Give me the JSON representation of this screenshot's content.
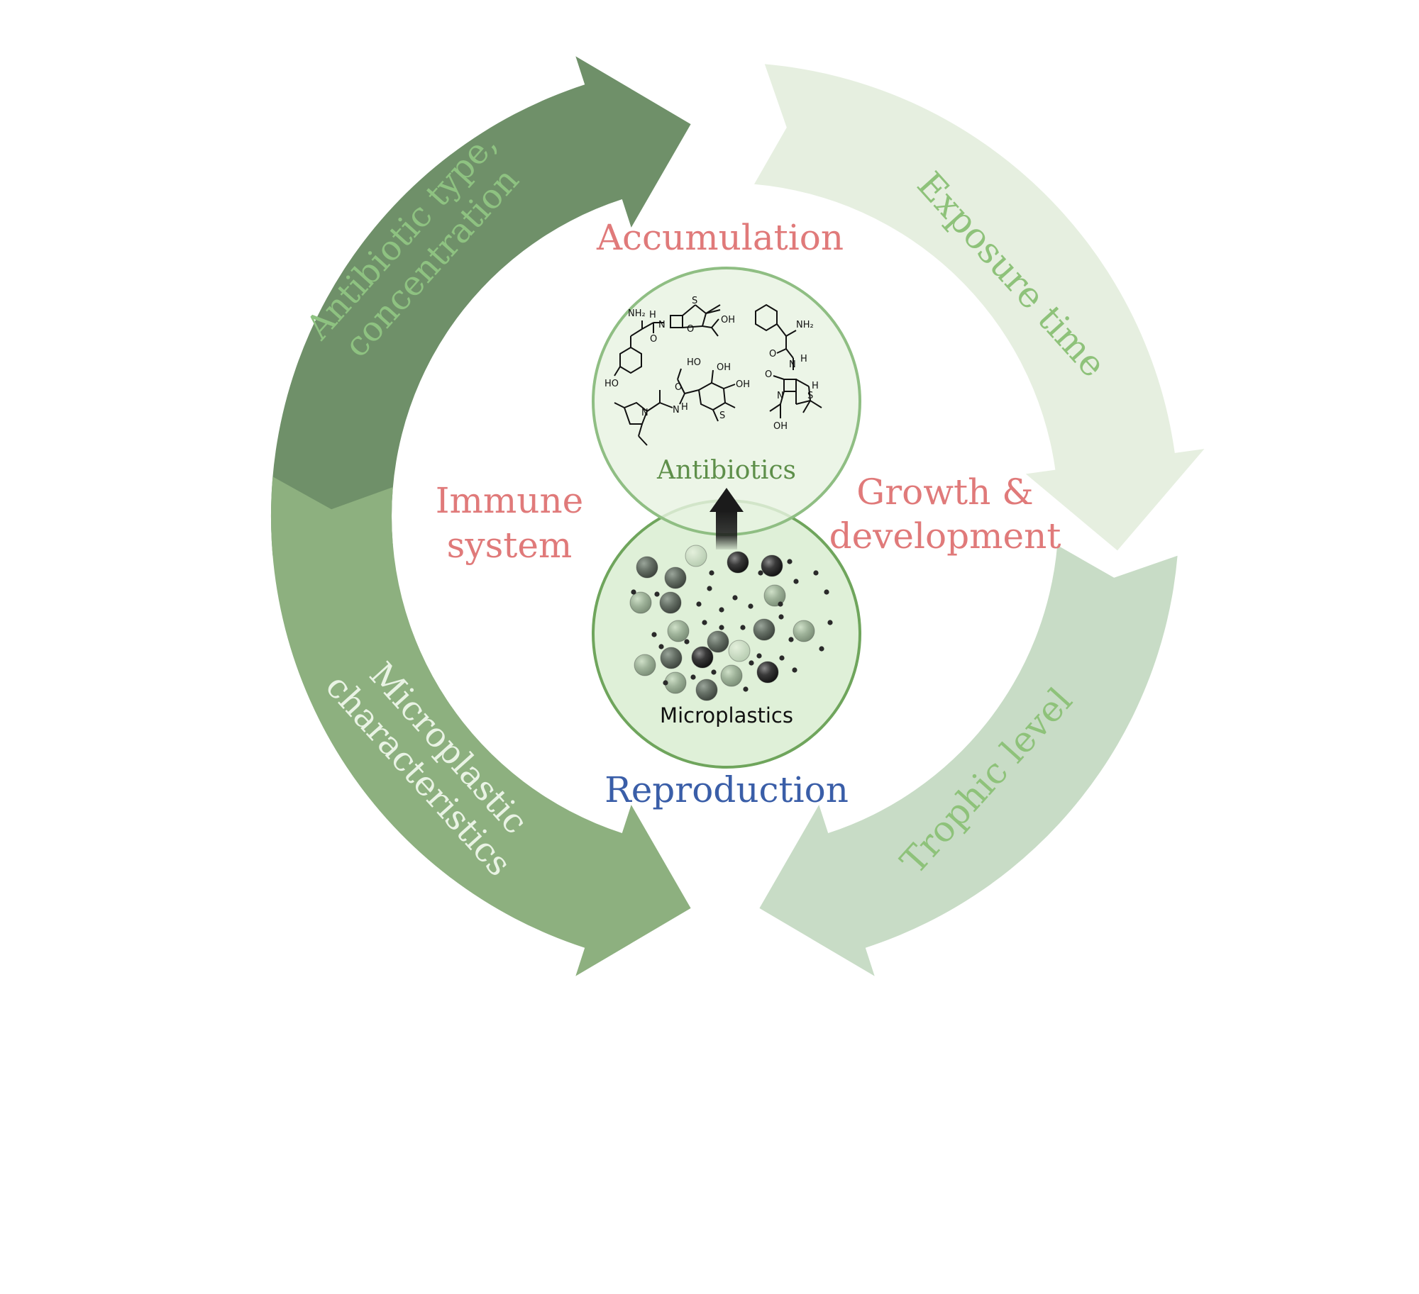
{
  "arrows": {
    "top_left": {
      "line1": "Antibiotic type,",
      "line2": "concentration",
      "fill": "#6f9069",
      "text_color": "#8ec281"
    },
    "top_right": {
      "label": "Exposure time",
      "fill": "#e6efe0",
      "text_color": "#8ec27a"
    },
    "bottom_left": {
      "line1": "Microplastic",
      "line2": "characteristics",
      "fill": "#8db07f",
      "text_color": "#e9f3e4"
    },
    "bottom_right": {
      "label": "Trophic level",
      "fill": "#c8dcc6",
      "text_color": "#8ec27a"
    }
  },
  "effects": {
    "accumulation": "Accumulation",
    "immune_line1": "Immune",
    "immune_line2": "system",
    "growth_line1": "Growth &",
    "growth_line2": "development",
    "reproduction": "Reproduction",
    "effect_color": "#e07a7a",
    "reproduction_color": "#3a5ea8"
  },
  "center": {
    "antibiotics_label": "Antibiotics",
    "antibiotics_color": "#5e8f4a",
    "microplastics_label": "Microplastics",
    "chem_labels": {
      "nh2_a": "NH₂",
      "h_a": "H",
      "n_a": "N",
      "s_a": "S",
      "o_a": "O",
      "o_b": "O",
      "oh_a": "OH",
      "ho_a": "HO",
      "nh2_b": "NH₂",
      "o_c": "O",
      "n_b": "N",
      "h_b": "H",
      "h_c": "H",
      "s_b": "S",
      "n_c": "N",
      "o_d": "O",
      "oh_b": "OH",
      "ho_b": "HO",
      "oh_c": "OH",
      "oh_d": "OH",
      "o_e": "O",
      "n_d": "N",
      "h_d": "H",
      "n_e": "N",
      "s_c": "S"
    }
  }
}
